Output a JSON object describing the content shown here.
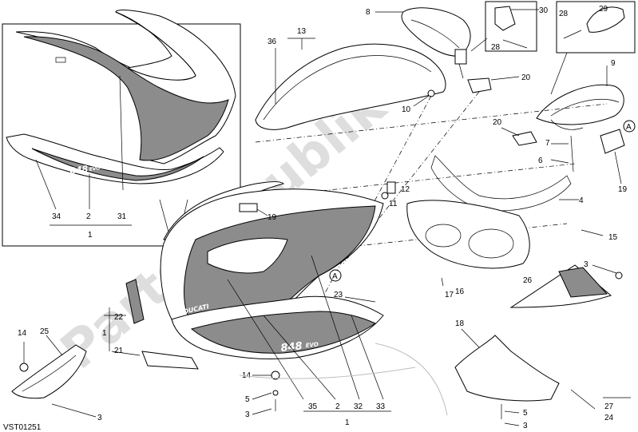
{
  "watermark": "PartsRepublik",
  "drawing_code": "VST01251",
  "decals": {
    "model": "848",
    "evo": "EVO",
    "brand": "DUCATI"
  },
  "labels": {
    "p1_inset": "1",
    "p2_inset": "2",
    "p31": "31",
    "p34": "34",
    "p36": "36",
    "p13": "13",
    "p8": "8",
    "p30": "30",
    "p28a": "28",
    "p28b": "28",
    "p29": "29",
    "p9": "9",
    "p20a": "20",
    "p20b": "20",
    "p10": "10",
    "p7": "7",
    "p6": "6",
    "p12": "12",
    "p11": "11",
    "p19a": "19",
    "p19b": "19",
    "p4": "4",
    "p15": "15",
    "p16": "16",
    "p17": "17",
    "p3a": "3",
    "p26": "26",
    "p22": "22",
    "p1a": "1",
    "p21": "21",
    "p23": "23",
    "p18": "18",
    "p14a": "14",
    "p25": "25",
    "p3b": "3",
    "p14b": "14",
    "p5a": "5",
    "p3c": "3",
    "p35": "35",
    "p2": "2",
    "p32": "32",
    "p33": "33",
    "p1b": "1",
    "p5b": "5",
    "p3d": "3",
    "p27": "27",
    "p24": "24",
    "ref_a1": "A",
    "ref_a2": "A"
  }
}
